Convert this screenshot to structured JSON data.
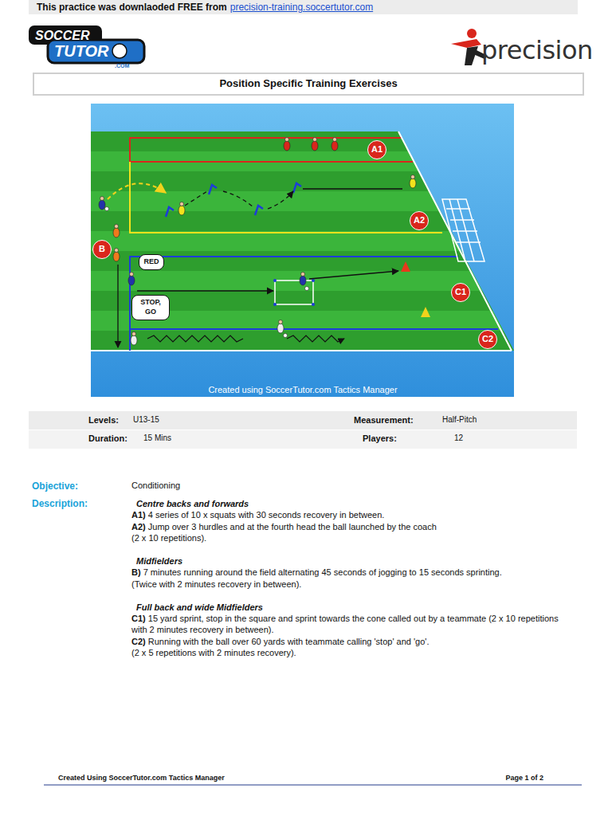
{
  "diagram": {
    "title": "Position Specific Training Exercises",
    "nodes": [
      {
        "text": [
          "A1"
        ]
      },
      {
        "text": [
          "A2"
        ]
      },
      {
        "text": [
          "B"
        ]
      },
      {
        "text": [
          "RED"
        ]
      },
      {
        "text": [
          "C1"
        ]
      },
      {
        "text": [
          "STOP, GO"
        ]
      },
      {
        "text": [
          "C2"
        ]
      }
    ],
    "labels": [
      "This practice was downlaoded FREE from",
      "precision-training.soccertutor.com",
      "SOCCER",
      "TUTOR",
      ".COM",
      "precision",
      "Created using SoccerTutor.com Tactics Manager",
      "Levels:",
      "U13-15",
      "Measurement:",
      "Half-Pitch",
      "Duration:",
      "15 Mins",
      "Players:",
      "12",
      "Objective:",
      "Conditioning",
      "Description:",
      "Centre backs and forwards",
      "A1)",
      "4 series of 10 x squats with 30 seconds recovery in between.",
      "A2)",
      "Jump over 3 hurdles and at the fourth head the ball launched by the coach",
      "(2 x 10 repetitions).",
      "Midfielders",
      "B)",
      "7 minutes running around the field alternating 45 seconds of jogging to 15 seconds sprinting.",
      "(Twice with 2 minutes recovery in between).",
      "Full back and wide Midfielders",
      "C1)",
      "15 yard sprint, stop in the square and sprint towards the cone called out by a teammate (2 x 10 repetitions with 2 minutes recovery in between).",
      "C2)",
      "Running with the ball over 60 yards with teammate calling 'stop' and 'go'.",
      "(2 x 5 repetitions with 2 minutes recovery).",
      "Created Using SoccerTutor.com Tactics Manager",
      "Page 1 of 2"
    ]
  }
}
